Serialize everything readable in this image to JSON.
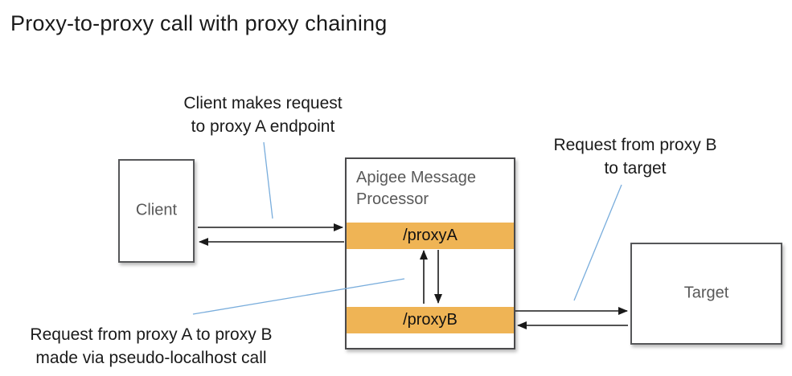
{
  "title": "Proxy-to-proxy call with proxy chaining",
  "nodes": {
    "client": {
      "label": "Client"
    },
    "processor": {
      "label": "Apigee Message Processor",
      "endpoints": [
        {
          "label": "/proxyA"
        },
        {
          "label": "/proxyB"
        }
      ]
    },
    "target": {
      "label": "Target"
    }
  },
  "annotations": {
    "client_request": {
      "line1": "Client makes request",
      "line2": "to proxy A endpoint"
    },
    "target_request": {
      "line1": "Request from proxy B",
      "line2": "to target"
    },
    "chain_request": {
      "line1": "Request from proxy A to proxy B",
      "line2": "made via pseudo-localhost call"
    }
  },
  "colors": {
    "endpoint_bar": "#efb455",
    "annotation_leader_line": "#79addc",
    "box_border": "#565759",
    "box_text": "#595959",
    "arrow": "#1a1a1a"
  }
}
